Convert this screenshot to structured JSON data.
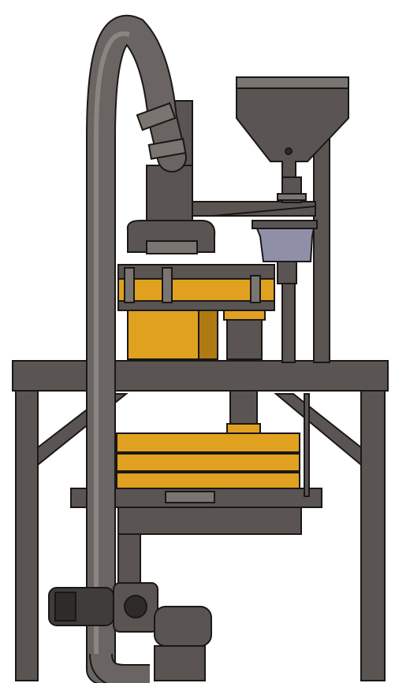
{
  "colors": {
    "background": "#ffffff",
    "steel": "#5a5552",
    "steel_light": "#7a7570",
    "steel_dark": "#2e2b29",
    "outline": "#1a1817",
    "gold": "#e0a020",
    "gold_dark": "#b07a12",
    "hopper_blue": "#8f8fa8",
    "motor": "#3f3c3a"
  },
  "components": [
    "vacuum-conveying-hose",
    "feed-hopper",
    "metering-valve",
    "cyclone-receiver",
    "sieve-rings",
    "collection-drum",
    "support-frame",
    "stacked-screens",
    "drive-motor"
  ]
}
